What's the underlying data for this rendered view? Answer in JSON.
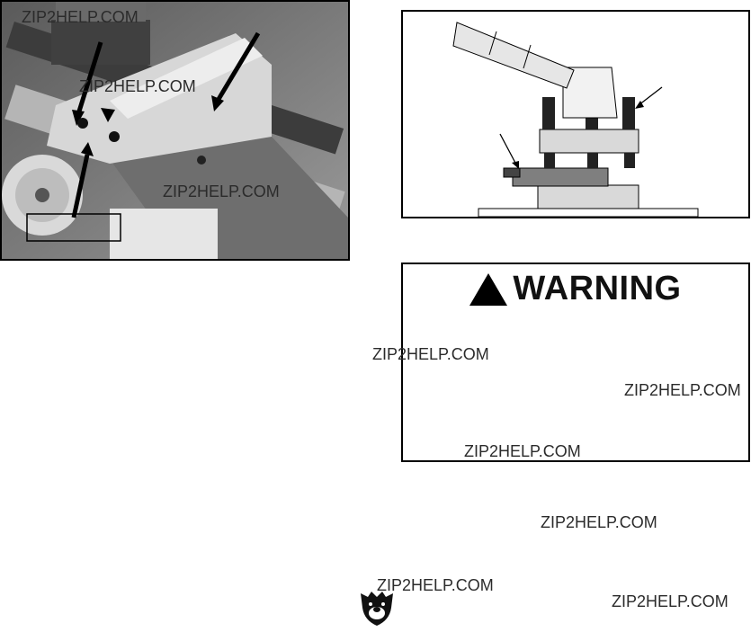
{
  "photo": {
    "alt": "lathe-compound-rest-photo"
  },
  "diagram": {
    "alt": "tool-post-diagram"
  },
  "warning": {
    "title": "WARNING"
  },
  "watermarks": [
    "ZIP2HELP.COM",
    "ZIP2HELP.COM",
    "ZIP2HELP.COM",
    "ZIP2HELP.COM",
    "ZIP2HELP.COM",
    "ZIP2HELP.COM",
    "ZIP2HELP.COM",
    "ZIP2HELP.COM",
    "ZIP2HELP.COM"
  ],
  "logo": {
    "icon": "grizzly-bear-icon"
  }
}
